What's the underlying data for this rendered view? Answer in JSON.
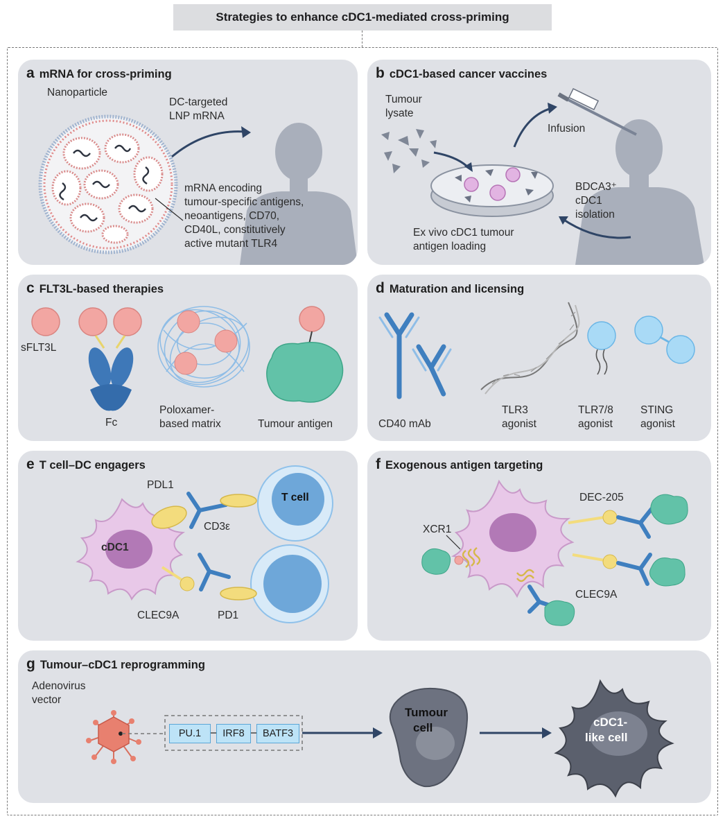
{
  "title": "Strategies to enhance cDC1-mediated cross-priming",
  "colors": {
    "panel_bg": "#dfe1e6",
    "silhouette": "#a9afbb",
    "arrow": "#2f4566",
    "pink_sphere": "#f2a6a2",
    "blue_antibody": "#3f7fbf",
    "cdc1_purple": "#e8c8e8",
    "tumour_green": "#62c2a8",
    "yellow_receptor": "#f3dc7d",
    "t_cell_blue": "#8fc1ea"
  },
  "panels": {
    "a": {
      "letter": "a",
      "title": "mRNA for cross-priming",
      "nanoparticle": "Nanoparticle",
      "arrow_label_1": "DC-targeted",
      "arrow_label_2": "LNP mRNA",
      "desc_1": "mRNA encoding",
      "desc_2": "tumour-specific antigens,",
      "desc_3": "neoantigens, CD70,",
      "desc_4": "CD40L, constitutively",
      "desc_5": "active mutant TLR4"
    },
    "b": {
      "letter": "b",
      "title": "cDC1-based cancer vaccines",
      "lysate_1": "Tumour",
      "lysate_2": "lysate",
      "infusion": "Infusion",
      "isolation_1": "BDCA3⁺",
      "isolation_2": "cDC1",
      "isolation_3": "isolation",
      "loading_1": "Ex vivo cDC1 tumour",
      "loading_2": "antigen loading"
    },
    "c": {
      "letter": "c",
      "title": "FLT3L-based therapies",
      "sflt3l": "sFLT3L",
      "fc": "Fc",
      "matrix_1": "Poloxamer-",
      "matrix_2": "based matrix",
      "antigen": "Tumour antigen"
    },
    "d": {
      "letter": "d",
      "title": "Maturation and licensing",
      "cd40": "CD40 mAb",
      "tlr3_1": "TLR3",
      "tlr3_2": "agonist",
      "tlr78_1": "TLR7/8",
      "tlr78_2": "agonist",
      "sting_1": "STING",
      "sting_2": "agonist"
    },
    "e": {
      "letter": "e",
      "title": "T cell–DC engagers",
      "pdl1": "PDL1",
      "cd3e": "CD3ε",
      "tcell": "T cell",
      "cdc1": "cDC1",
      "clec9a": "CLEC9A",
      "pd1": "PD1"
    },
    "f": {
      "letter": "f",
      "title": "Exogenous antigen targeting",
      "dec205": "DEC-205",
      "xcr1": "XCR1",
      "clec9a": "CLEC9A"
    },
    "g": {
      "letter": "g",
      "title": "Tumour–cDC1 reprogramming",
      "vector_1": "Adenovirus",
      "vector_2": "vector",
      "genes": [
        "PU.1",
        "IRF8",
        "BATF3"
      ],
      "tumour_1": "Tumour",
      "tumour_2": "cell",
      "like_1": "cDC1-",
      "like_2": "like cell"
    }
  }
}
